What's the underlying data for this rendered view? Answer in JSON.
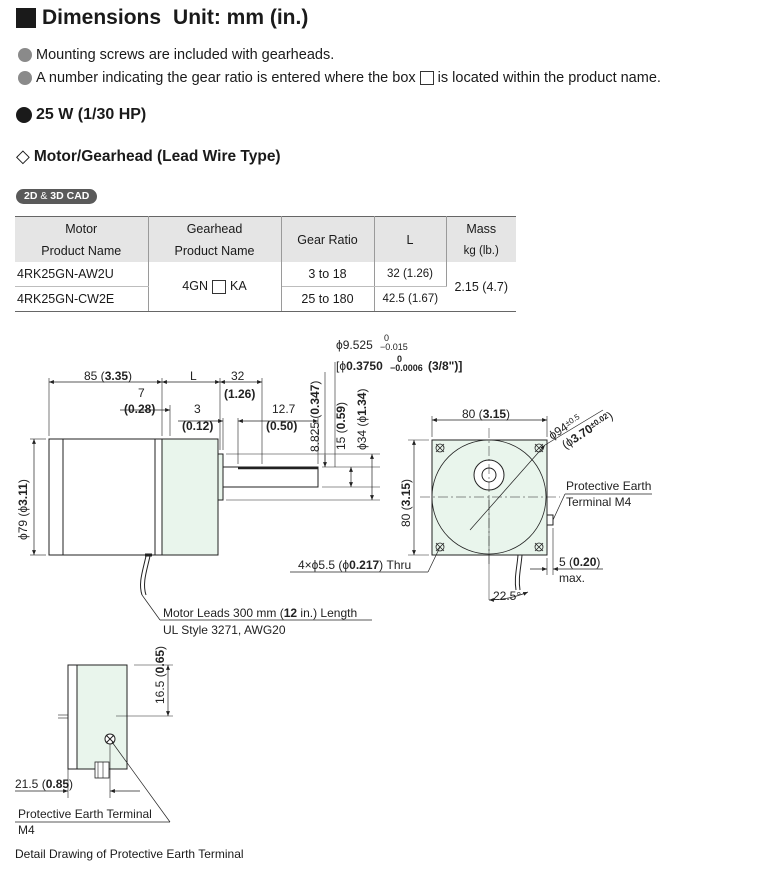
{
  "header": {
    "title": "Dimensions",
    "unit": "Unit: mm (in.)"
  },
  "notes": [
    "Mounting screws are included with gearheads.",
    "A number indicating the gear ratio is entered where the box",
    "is located within the product name."
  ],
  "section": {
    "title": "25 W (1/30 HP)",
    "subtitle": "Motor/Gearhead (Lead Wire Type)"
  },
  "cad_badge": {
    "part1": "2D",
    "amp": "&",
    "part2": "3D CAD"
  },
  "table": {
    "headers": {
      "motor_1": "Motor",
      "motor_2": "Product  Name",
      "gearhead_1": "Gearhead",
      "gearhead_2": "Product  Name",
      "gear_ratio": "Gear Ratio",
      "L": "L",
      "mass_1": "Mass",
      "mass_2": "kg (lb.)"
    },
    "rows": [
      {
        "motor": "4RK25GN-AW2U",
        "ratio": "3 to 18",
        "L": "32 (1.26)"
      },
      {
        "motor": "4RK25GN-CW2E",
        "ratio": "25 to 180",
        "L": "42.5 (1.67)"
      }
    ],
    "gearhead_pre": "4GN",
    "gearhead_post": "KA",
    "mass": "2.15 (4.7)"
  },
  "drawing": {
    "d85": "85 (",
    "d85b": "3.35",
    "d85c": ")",
    "dL": "L",
    "d32": "32",
    "d32b": "(1.26)",
    "d7": "7",
    "d7b": "(0.28)",
    "d3": "3",
    "d3b": "(0.12)",
    "d127": "12.7",
    "d127b": "(0.50)",
    "shaft1": "ϕ9.525",
    "shaft1_tol_up": "0",
    "shaft1_tol_dn": "−0.015",
    "shaft2a": "[ϕ",
    "shaft2b": "0.3750",
    "shaft2_tol_up": "0",
    "shaft2_tol_dn": "−0.0006",
    "shaft2c": "(3/8\")]",
    "v8825": "8.825 (",
    "v8825b": "0.347",
    "v8825c": ")",
    "v15": "15 (",
    "v15b": "0.59",
    "v15c": ")",
    "v34": "ϕ34 (ϕ",
    "v34b": "1.34",
    "v34c": ")",
    "v79": "ϕ79 (ϕ",
    "v79b": "3.11",
    "v79c": ")",
    "f80": "80 (",
    "f80b": "3.15",
    "f80c": ")",
    "fv80": "80 (",
    "fv80b": "3.15",
    "fv80c": ")",
    "f94": "ϕ94",
    "f94tol": "±0.5",
    "f94b": "(ϕ",
    "f94c": "3.70",
    "f94tol2": "±0.02",
    "f94d": ")",
    "pe1": "Protective Earth",
    "pe2": "Terminal M4",
    "holes_a": "4×ϕ5.5 (ϕ",
    "holes_b": "0.217",
    "holes_c": ") Thru",
    "d5": "5 (",
    "d5b": "0.20",
    "d5c": ")",
    "max": "max.",
    "angle": "22.5°",
    "leads_a": "Motor Leads 300 mm (",
    "leads_b": "12",
    "leads_c": " in.) Length",
    "ul": "UL Style 3271, AWG20",
    "d165": "16.5 (",
    "d165b": "0.65",
    "d165c": ")",
    "d215": "21.5 (",
    "d215b": "0.85",
    "d215c": ")",
    "pet1": "Protective Earth Terminal",
    "pet2": "M4"
  },
  "footer": "Detail Drawing of Protective Earth Terminal"
}
